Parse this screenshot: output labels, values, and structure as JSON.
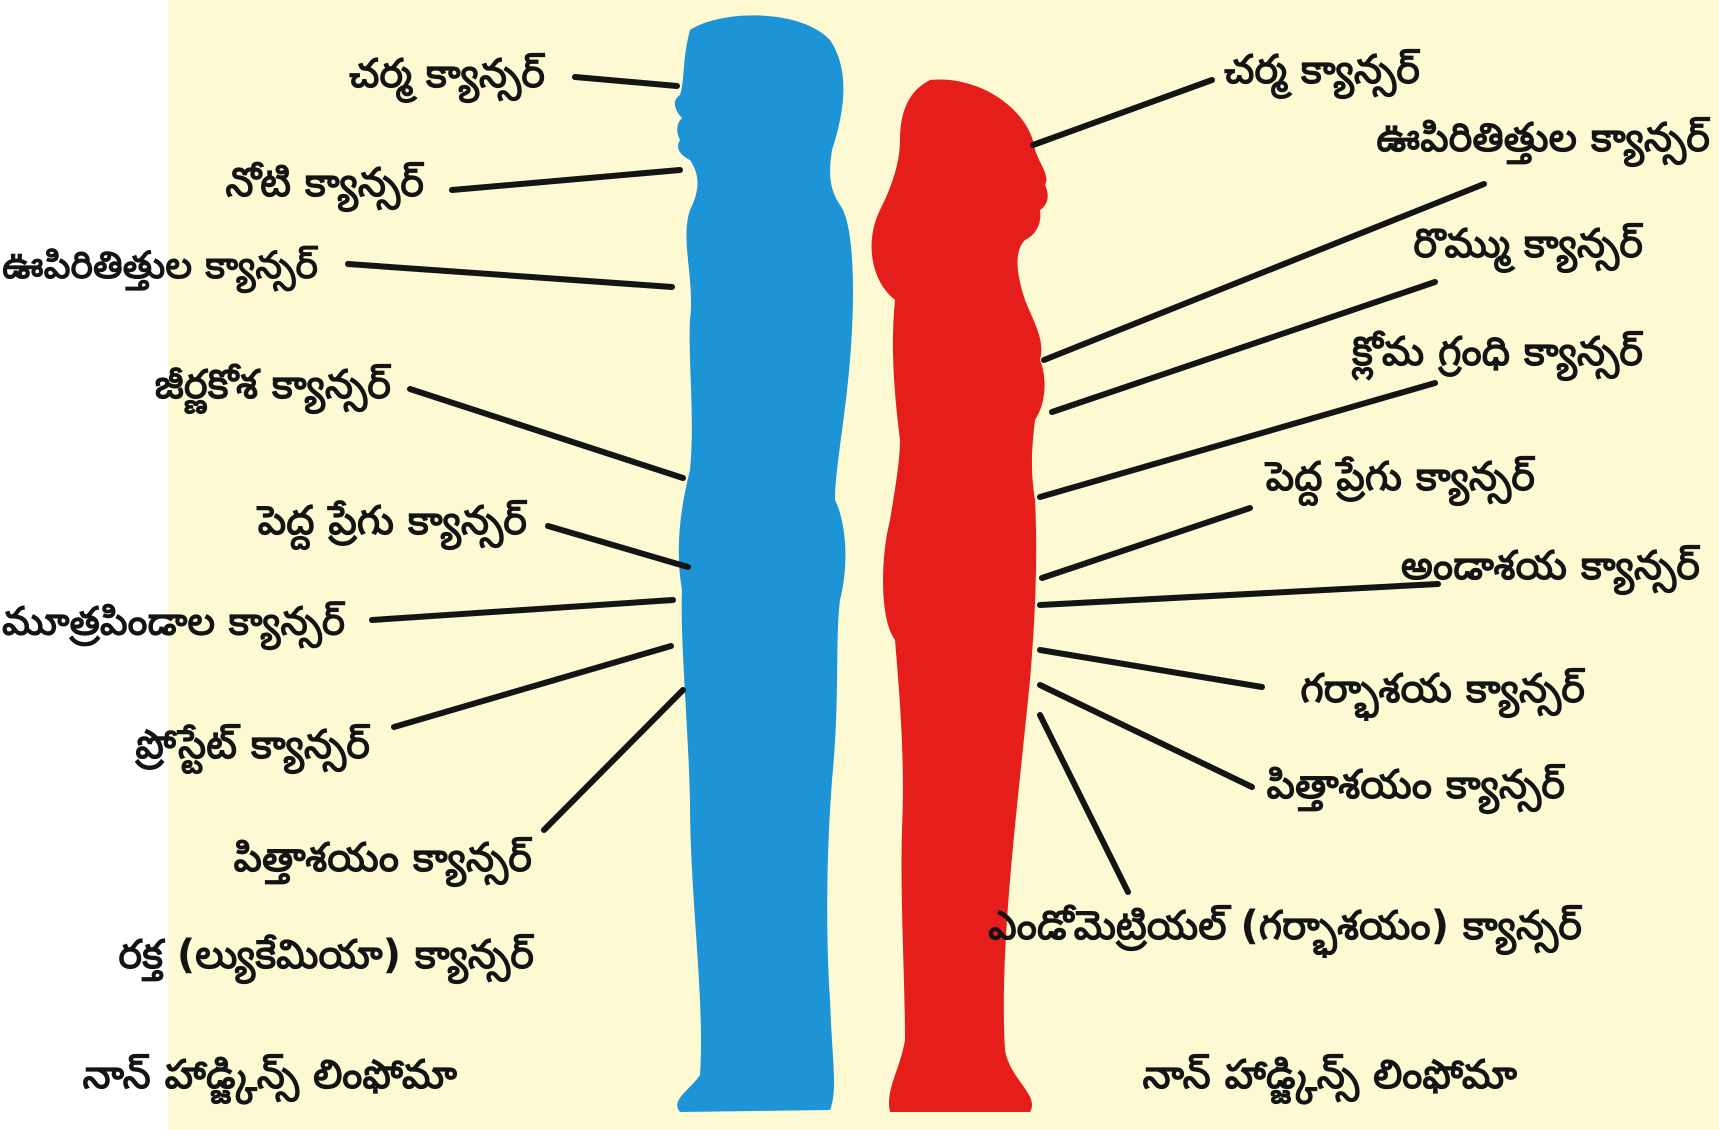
{
  "colors": {
    "background": "#fdf9d3",
    "male_figure": "#1d94d6",
    "female_figure": "#e51e1b",
    "leader_line": "#141414",
    "label_text": "#141414"
  },
  "male": {
    "labels": [
      "చర్మ క్యాన్సర్",
      "నోటి క్యాన్సర్",
      "ఊపిరితిత్తుల క్యాన్సర్",
      "జీర్ణకోశ క్యాన్సర్",
      "పెద్ద ప్రేగు క్యాన్సర్",
      "మూత్రపిండాల క్యాన్సర్",
      "ప్రోస్టేట్ క్యాన్సర్",
      "పిత్తాశయం క్యాన్సర్",
      "రక్త (ల్యుకేమియా) క్యాన్సర్",
      "నాన్ హాడ్జ్కిన్స్ లింఫోమా"
    ]
  },
  "female": {
    "labels": [
      "చర్మ క్యాన్సర్",
      "ఊపిరితిత్తుల క్యాన్సర్",
      "రొమ్ము క్యాన్సర్",
      "క్లోమ గ్రంధి క్యాన్సర్",
      "పెద్ద ప్రేగు క్యాన్సర్",
      "అండాశయ క్యాన్సర్",
      "గర్భాశయ క్యాన్సర్",
      "పిత్తాశయం క్యాన్సర్",
      "ఎండోమెట్రియల్ (గర్భాశయం) క్యాన్సర్",
      "నాన్ హాడ్జ్కిన్స్ లింఫోమా"
    ]
  }
}
